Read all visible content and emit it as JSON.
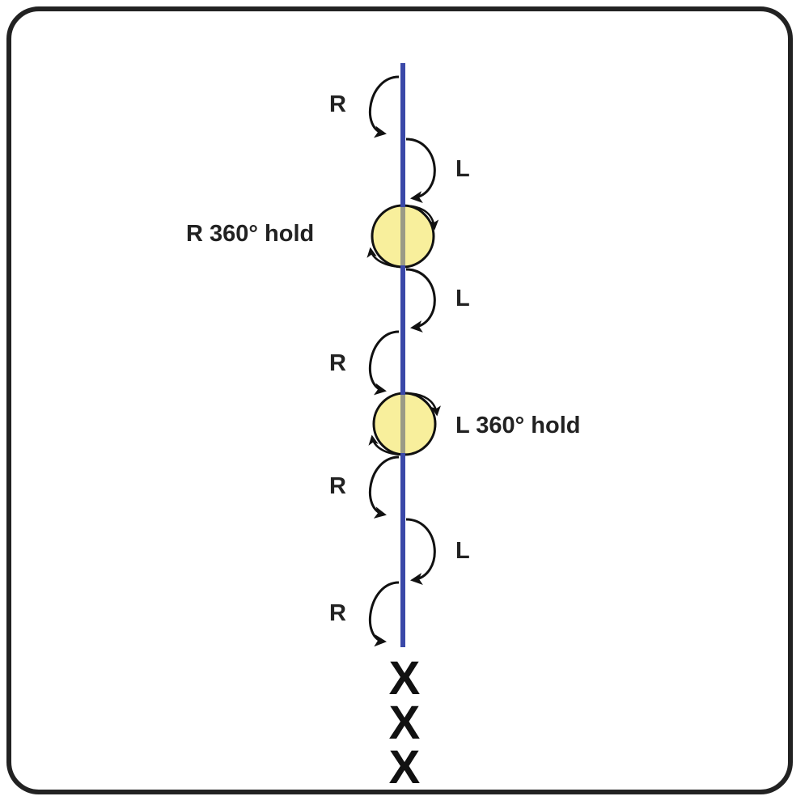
{
  "diagram": {
    "title": "",
    "colors": {
      "line": "#3a48a8",
      "circle_fill": "#f8ef9c",
      "arrow": "#111111",
      "text": "#222222",
      "frame": "#222222"
    },
    "steps": [
      {
        "label": "R",
        "kind": "turn",
        "side": "left"
      },
      {
        "label": "L",
        "kind": "turn",
        "side": "right"
      },
      {
        "label": "R 360° hold",
        "kind": "spin",
        "side": "left"
      },
      {
        "label": "L",
        "kind": "turn",
        "side": "right"
      },
      {
        "label": "R",
        "kind": "turn",
        "side": "left"
      },
      {
        "label": "L 360° hold",
        "kind": "spin",
        "side": "right"
      },
      {
        "label": "R",
        "kind": "turn",
        "side": "left"
      },
      {
        "label": "L",
        "kind": "turn",
        "side": "right"
      },
      {
        "label": "R",
        "kind": "turn",
        "side": "left"
      }
    ],
    "marks": [
      "X",
      "X",
      "X"
    ]
  }
}
